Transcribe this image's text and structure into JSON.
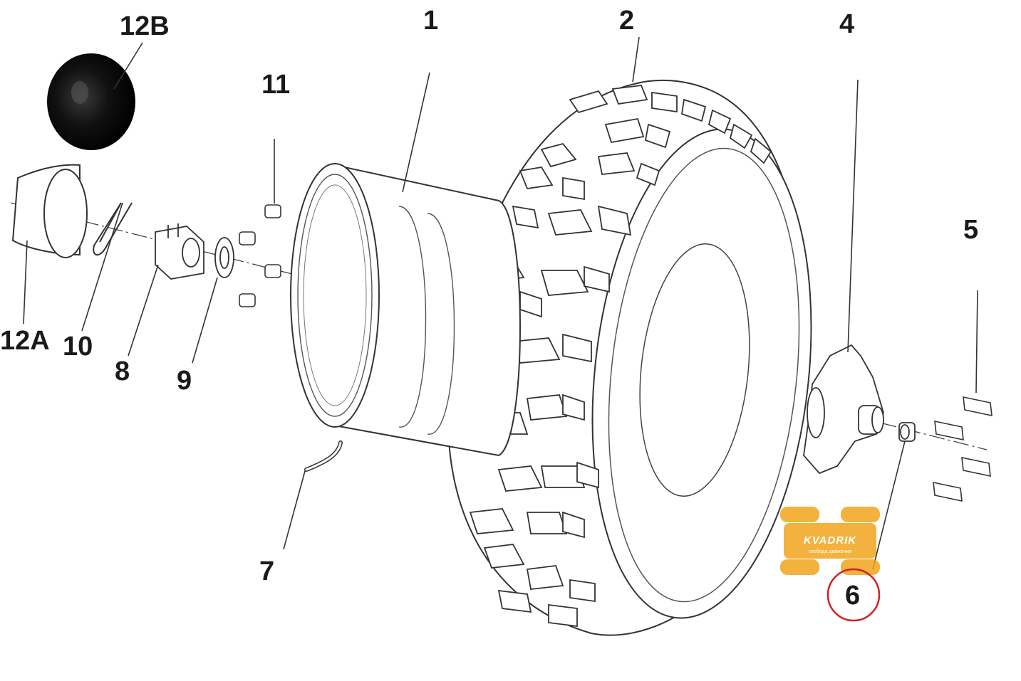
{
  "callouts": {
    "c1": "1",
    "c2": "2",
    "c4": "4",
    "c5": "5",
    "c6": "6",
    "c7": "7",
    "c8": "8",
    "c9": "9",
    "c10": "10",
    "c11": "11",
    "c12a": "12A",
    "c12b": "12B"
  },
  "watermark": {
    "brand": "KVADRIK",
    "tagline": "свобода движения"
  },
  "colors": {
    "line": "#3a3a3a",
    "cap": "#0d0d0d",
    "highlight_circle": "#d42020",
    "watermark": "#f2a51c"
  }
}
